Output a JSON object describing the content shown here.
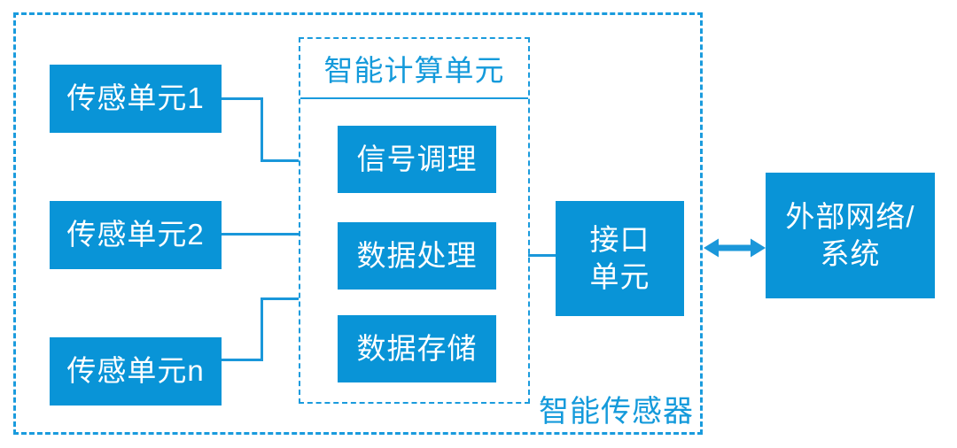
{
  "diagram": {
    "outer_label": "智能传感器",
    "inner_label": "智能计算单元",
    "sensor_units": [
      "传感单元1",
      "传感单元2",
      "传感单元n"
    ],
    "compute_blocks": [
      "信号调理",
      "数据处理",
      "数据存储"
    ],
    "interface_unit": {
      "line1": "接口",
      "line2": "单元"
    },
    "external_system": {
      "line1": "外部网络/",
      "line2": "系统"
    },
    "icons": {
      "link_icon": "double-headed-arrow"
    },
    "colors": {
      "node_fill": "#0994d7",
      "dash_border": "#1a9bdd",
      "connector": "#1a97da",
      "label_text": "#149adb",
      "node_text": "#ffffff"
    }
  }
}
